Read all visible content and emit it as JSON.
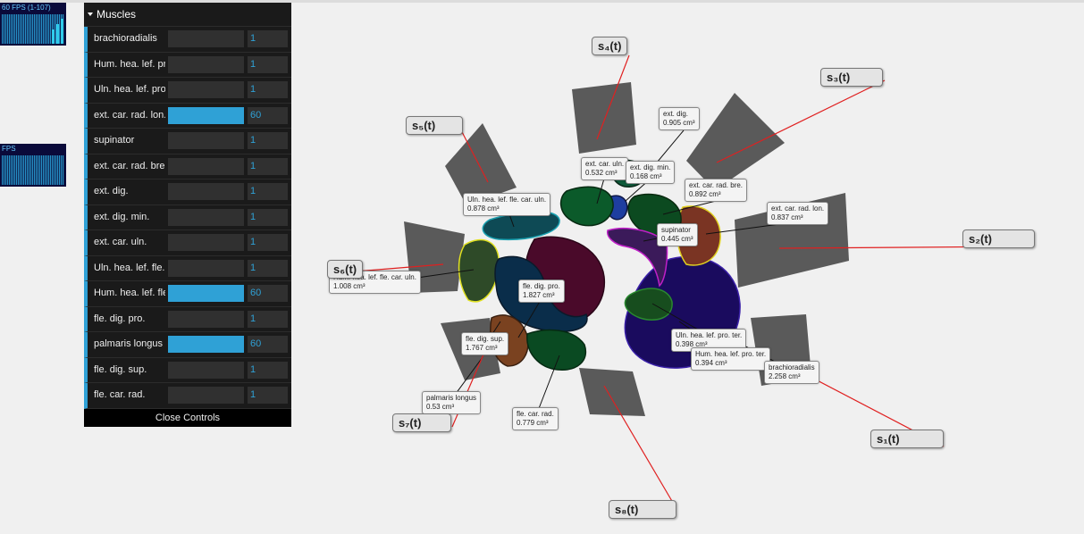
{
  "stats": {
    "fps_label": "60 FPS (1-107)",
    "fps_label2": "FPS"
  },
  "gui": {
    "folder": "Muscles",
    "close_label": "Close Controls",
    "rows": [
      {
        "name": "brachioradialis",
        "value": "1",
        "level": 0.0
      },
      {
        "name": "Hum. hea. lef. pro",
        "value": "1",
        "level": 0.0
      },
      {
        "name": "Uln. hea. lef. pro.",
        "value": "1",
        "level": 0.0
      },
      {
        "name": "ext. car. rad. lon.",
        "value": "60",
        "level": 1.0
      },
      {
        "name": "supinator",
        "value": "1",
        "level": 0.0
      },
      {
        "name": "ext. car. rad. bre.",
        "value": "1",
        "level": 0.0
      },
      {
        "name": "ext. dig.",
        "value": "1",
        "level": 0.0
      },
      {
        "name": "ext. dig. min.",
        "value": "1",
        "level": 0.0
      },
      {
        "name": "ext. car. uln.",
        "value": "1",
        "level": 0.0
      },
      {
        "name": "Uln. hea. lef. fle.",
        "value": "1",
        "level": 0.0
      },
      {
        "name": "Hum. hea. lef. fle.",
        "value": "60",
        "level": 1.0
      },
      {
        "name": "fle. dig. pro.",
        "value": "1",
        "level": 0.0
      },
      {
        "name": "palmaris longus",
        "value": "60",
        "level": 1.0
      },
      {
        "name": "fle. dig. sup.",
        "value": "1",
        "level": 0.0
      },
      {
        "name": "fle. car. rad.",
        "value": "1",
        "level": 0.0
      }
    ]
  },
  "muscle_labels": [
    {
      "name": "ext. dig.",
      "vol": "0.905 cm³"
    },
    {
      "name": "ext. car. uln.",
      "vol": "0.532 cm³"
    },
    {
      "name": "ext. dig. min.",
      "vol": "0.168 cm³"
    },
    {
      "name": "ext. car. rad. bre.",
      "vol": "0.892 cm³"
    },
    {
      "name": "Uln. hea. lef. fle. car. uln.",
      "vol": "0.878 cm³"
    },
    {
      "name": "ext. car. rad. lon.",
      "vol": "0.837 cm³"
    },
    {
      "name": "supinator",
      "vol": "0.445 cm³"
    },
    {
      "name": "Hum. hea. lef. fle. car. uln.",
      "vol": "1.008 cm³"
    },
    {
      "name": "fle. dig. pro.",
      "vol": "1.827 cm³"
    },
    {
      "name": "fle. dig. sup.",
      "vol": "1.767 cm³"
    },
    {
      "name": "Uln. hea. lef. pro. ter.",
      "vol": "0.398 cm³"
    },
    {
      "name": "Hum. hea. lef. pro. ter.",
      "vol": "0.394 cm³"
    },
    {
      "name": "brachioradialis",
      "vol": "2.258 cm³"
    },
    {
      "name": "palmaris longus",
      "vol": "0.53 cm³"
    },
    {
      "name": "fle. car. rad.",
      "vol": "0.779 cm³"
    }
  ],
  "sensors": [
    "s₄(t)",
    "s₃(t)",
    "s₅(t)",
    "s₂(t)",
    "s₆(t)",
    "s₁(t)",
    "s₇(t)",
    "s₈(t)"
  ],
  "colors": {
    "accent": "#2fa1d6",
    "sensor_line": "#e02020",
    "panel": "#5a5a5a"
  }
}
